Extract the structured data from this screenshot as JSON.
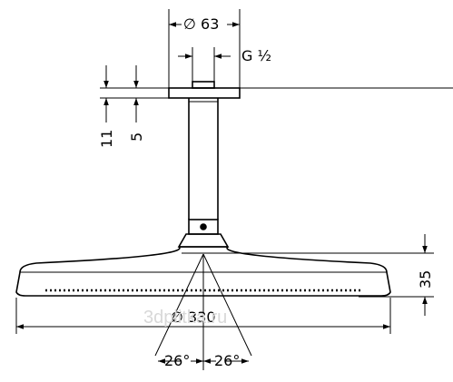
{
  "dimensions": {
    "flange_diameter": "∅ 63",
    "thread": "G ½",
    "offset_11": "11",
    "offset_5": "5",
    "head_height": "35",
    "head_diameter": "∅ 330",
    "angle_left": "26°",
    "angle_right": "26°"
  },
  "watermark": "3dplitka.ru"
}
